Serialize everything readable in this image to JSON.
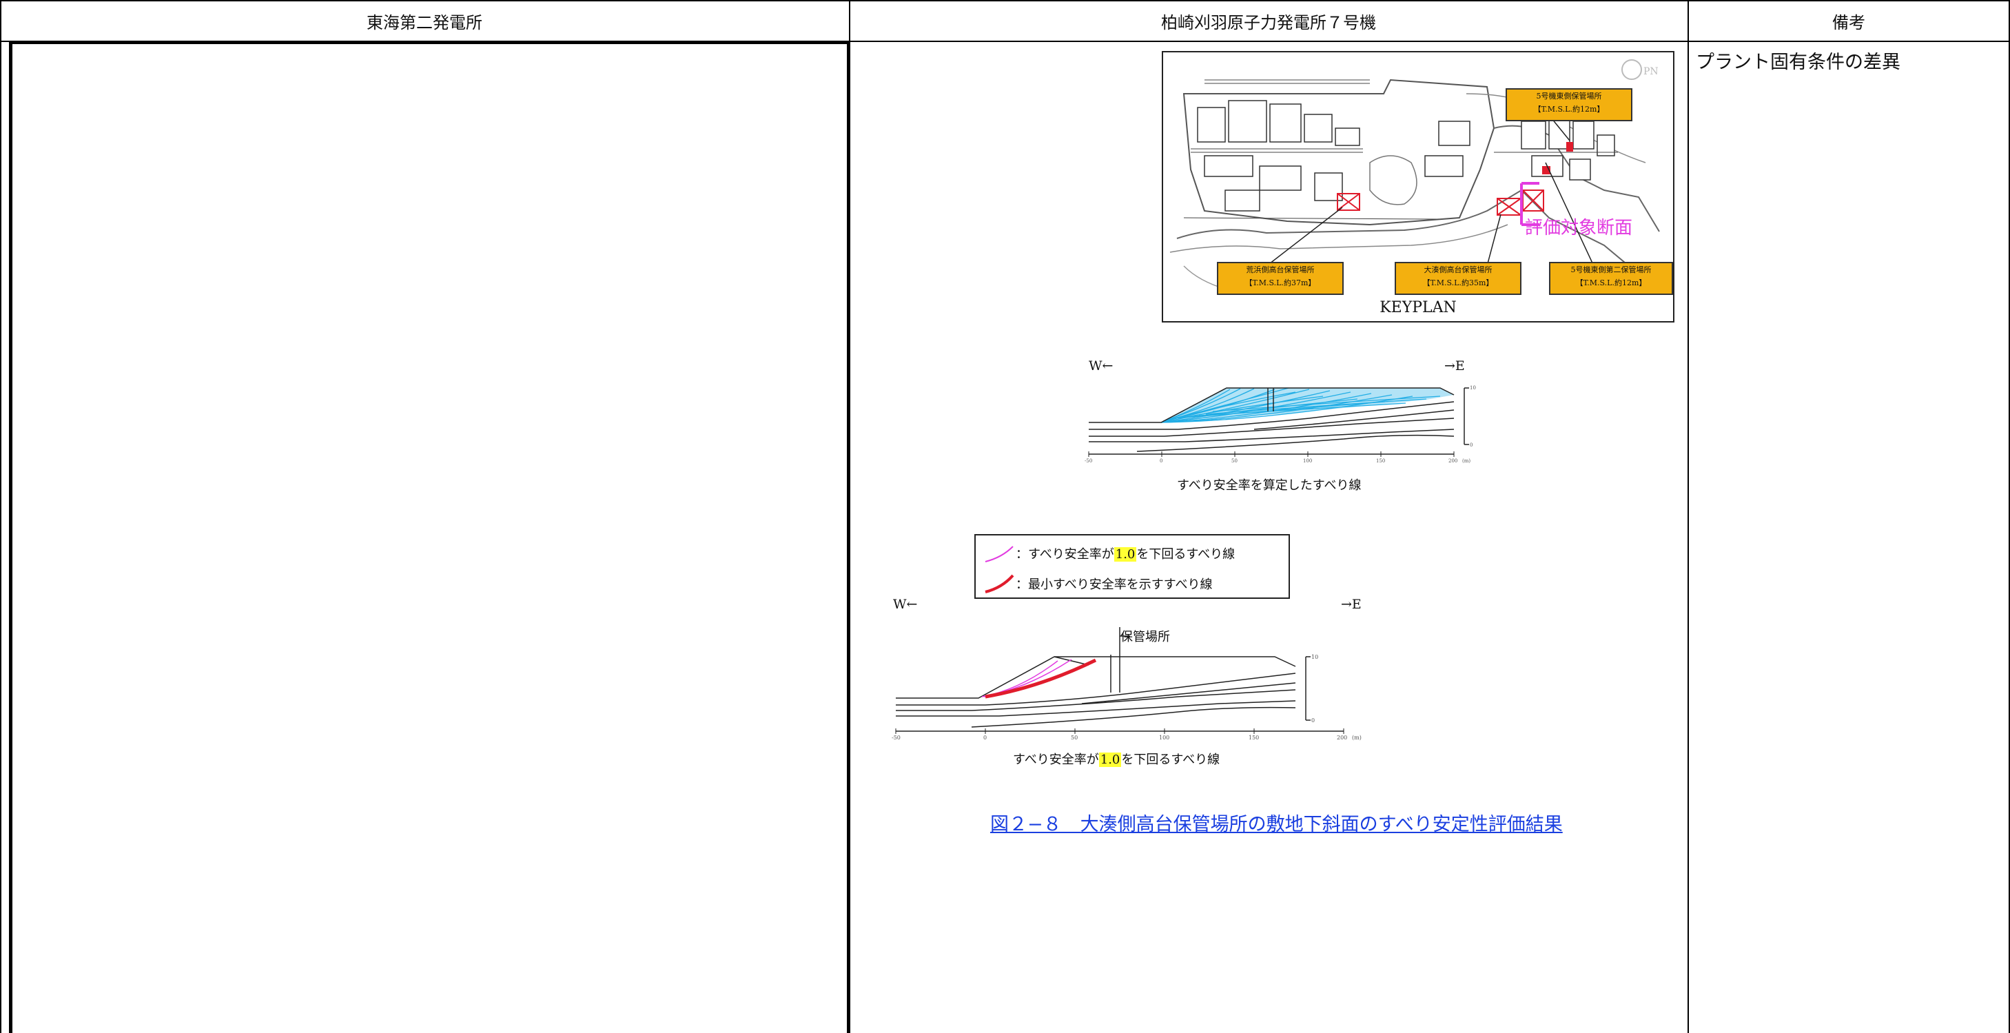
{
  "header": {
    "col1": "東海第二発電所",
    "col2": "柏崎刈羽原子力発電所７号機",
    "col3": "備考"
  },
  "remarks": {
    "note": "プラント固有条件の差異"
  },
  "keyplan": {
    "title": "KEYPLAN",
    "target_label": "評価対象断面",
    "north": "PN",
    "boxes": [
      {
        "line1": "5号機東側保管場所",
        "line2": "【T.M.S.L.約12m】"
      },
      {
        "line1": "荒浜側高台保管場所",
        "line2": "【T.M.S.L.約37m】"
      },
      {
        "line1": "大湊側高台保管場所",
        "line2": "【T.M.S.L.約35m】"
      },
      {
        "line1": "5号機東側第二保管場所",
        "line2": "【T.M.S.L.約12m】"
      }
    ]
  },
  "section1": {
    "west": "W←",
    "east": "→E",
    "caption": "すべり安全率を算定したすべり線",
    "x_ticks": [
      "-50",
      "0",
      "50",
      "100",
      "150",
      "200"
    ],
    "x_unit": "(m)",
    "y_ticks": [
      "10",
      "0"
    ]
  },
  "legend": {
    "item1_pre": "：すべり安全率が",
    "item1_val": "1.0",
    "item1_post": "を下回るすべり線",
    "item2": "：最小すべり安全率を示すすべり線"
  },
  "section2": {
    "west": "W←",
    "east": "→E",
    "storage": "保管場所",
    "x_ticks": [
      "-50",
      "0",
      "50",
      "100",
      "150",
      "200"
    ],
    "x_unit": "(m)",
    "y_ticks": [
      "10",
      "0"
    ],
    "caption_pre": "すべり安全率が",
    "caption_val": "1.0",
    "caption_post": "を下回るすべり線"
  },
  "figure": {
    "caption": "図２−８　大湊側高台保管場所の敷地下斜面のすべり安定性評価結果"
  },
  "colors": {
    "keyplan_box": "#f3b00f",
    "slip_lines": "#23aee6",
    "magenta": "#e23be0",
    "red": "#e01c2c",
    "caption_blue": "#1a3fe0",
    "highlight": "#ffff33"
  }
}
